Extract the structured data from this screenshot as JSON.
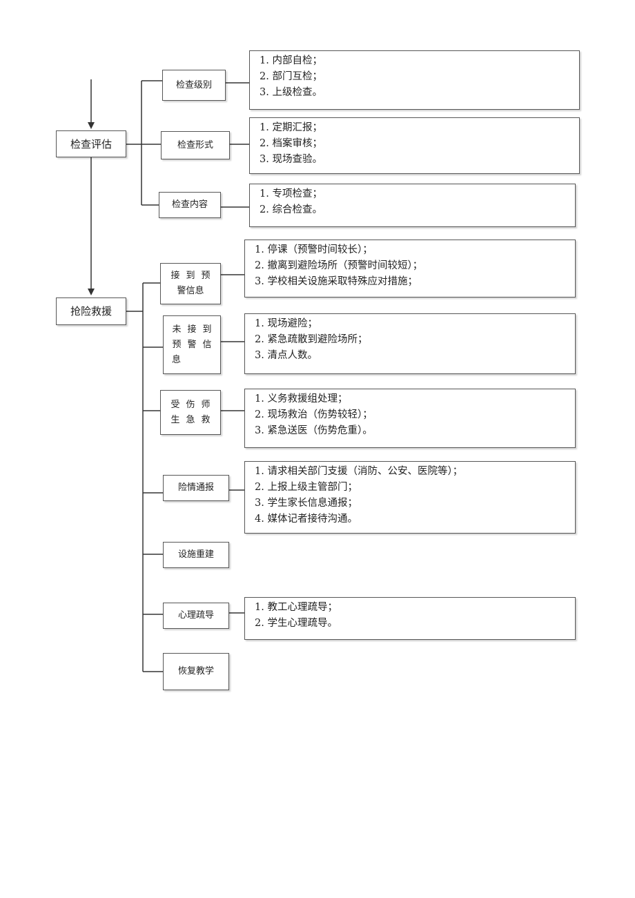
{
  "main_nodes": {
    "inspection": "检查评估",
    "rescue": "抢险救援"
  },
  "inspection_branches": [
    {
      "label": "检查级别",
      "items": [
        "1. 内部自检；",
        "2. 部门互检；",
        "3. 上级检查。"
      ]
    },
    {
      "label": "检查形式",
      "items": [
        "1. 定期汇报；",
        "2. 档案审核；",
        "3. 现场查验。"
      ]
    },
    {
      "label": "检查内容",
      "items": [
        "1. 专项检查；",
        "2. 综合检查。"
      ]
    }
  ],
  "rescue_branches": [
    {
      "label_lines": [
        "接到预",
        "警信息"
      ],
      "items": [
        "1. 停课（预警时间较长）；",
        "2. 撤离到避险场所（预警时间较短）；",
        "3. 学校相关设施采取特殊应对措施；"
      ]
    },
    {
      "label_lines": [
        "未接到",
        "预警信",
        "息"
      ],
      "items": [
        "1. 现场避险；",
        "2. 紧急疏散到避险场所；",
        "3. 清点人数。"
      ]
    },
    {
      "label_lines": [
        "受伤师",
        "生急救"
      ],
      "items": [
        "1. 义务救援组处理；",
        "2. 现场救治（伤势较轻）；",
        "3. 紧急送医（伤势危重）。"
      ]
    },
    {
      "label_lines": [
        "险情通报"
      ],
      "items": [
        "1. 请求相关部门支援（消防、公安、医院等）；",
        "2. 上报上级主管部门；",
        "3. 学生家长信息通报；",
        "4. 媒体记者接待沟通。"
      ]
    },
    {
      "label_lines": [
        "设施重建"
      ],
      "items": []
    },
    {
      "label_lines": [
        "心理疏导"
      ],
      "items": [
        "1. 教工心理疏导；",
        "2. 学生心理疏导。"
      ]
    },
    {
      "label_lines": [
        "恢复教学"
      ],
      "items": []
    }
  ]
}
